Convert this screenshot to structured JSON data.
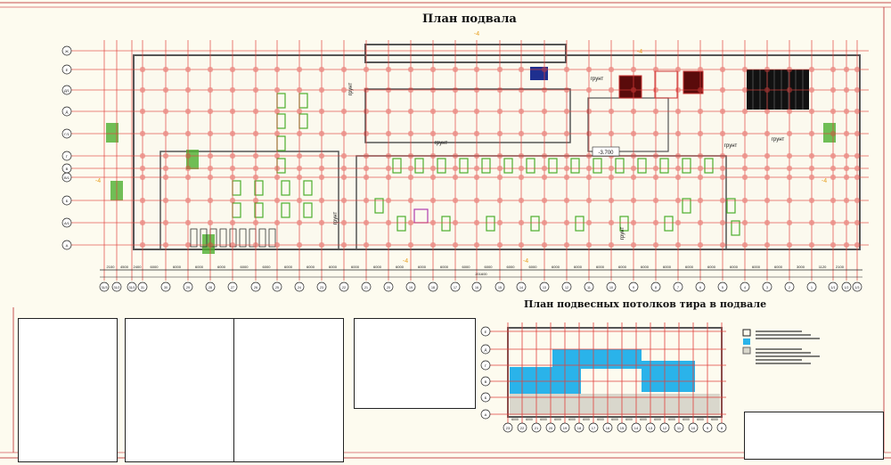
{
  "titles": {
    "main_plan": "План подвала",
    "ceiling_plan": "План подвесных потолков тира в подвале"
  },
  "plan": {
    "column_axes": [
      "31/3",
      "31/2",
      "31/1",
      "31",
      "30",
      "29",
      "28",
      "27",
      "26",
      "25",
      "24",
      "23",
      "22",
      "21",
      "20",
      "19",
      "18",
      "17",
      "16",
      "15",
      "14",
      "13",
      "12",
      "11",
      "10",
      "9",
      "8",
      "7",
      "6",
      "5",
      "4",
      "3",
      "2",
      "1",
      "1/1",
      "1/2",
      "1/3"
    ],
    "row_axes": [
      "Ж",
      "Е",
      "Д/1",
      "Д",
      "Г/1",
      "Г",
      "В",
      "В/1",
      "Б",
      "А/1",
      "А"
    ],
    "dimensions": [
      "2100",
      "4500",
      "2400",
      "6000",
      "6000",
      "6000",
      "6000",
      "6000",
      "6000",
      "6000",
      "6000",
      "6000",
      "6000",
      "6000",
      "6000",
      "6000",
      "6000",
      "6000",
      "6000",
      "6000",
      "6000",
      "6000",
      "6000",
      "6000",
      "6000",
      "6000",
      "6000",
      "6000",
      "6000",
      "6000",
      "6000",
      "6000",
      "3000",
      "1120",
      "2100"
    ],
    "total_dimension": "201600",
    "ground_label": "грунт",
    "level_mark": "-3.700",
    "section_mark": "-4"
  },
  "ceiling_plan": {
    "column_axes": [
      "23",
      "22",
      "21",
      "20",
      "19",
      "18",
      "17",
      "16",
      "15",
      "14",
      "13",
      "12",
      "11",
      "10",
      "9",
      "8"
    ],
    "row_axes": [
      "Е",
      "Д",
      "Г",
      "В",
      "Б",
      "А"
    ],
    "dimensions": [
      "6000",
      "6000",
      "6000",
      "6000",
      "6000",
      "6000",
      "6000",
      "6000",
      "6000",
      "6000",
      "6000",
      "6000",
      "6000",
      "6000",
      "6000"
    ]
  },
  "colors": {
    "grid": "#e0403c",
    "wall": "#555555",
    "stairs": "#4caf2e",
    "ceiling_fill": "#2ab3ea",
    "background": "#fdfbef"
  }
}
